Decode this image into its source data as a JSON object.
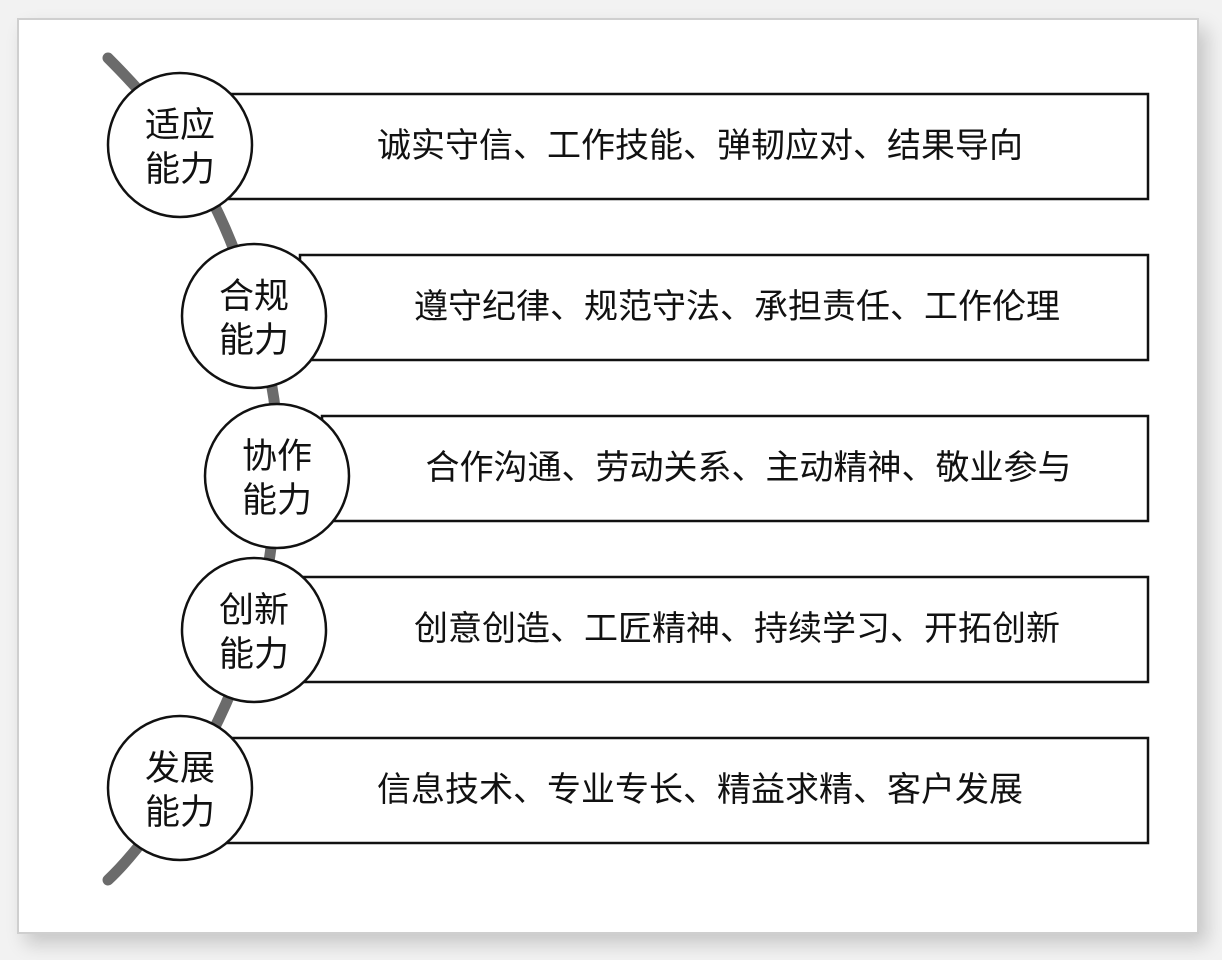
{
  "colors": {
    "spine": "#6b6b6b",
    "stroke": "#111111",
    "background": "#ffffff"
  },
  "items": [
    {
      "label_line1": "适应",
      "label_line2": "能力",
      "description": "诚实守信、工作技能、弹韧应对、结果导向"
    },
    {
      "label_line1": "合规",
      "label_line2": "能力",
      "description": "遵守纪律、规范守法、承担责任、工作伦理"
    },
    {
      "label_line1": "协作",
      "label_line2": "能力",
      "description": "合作沟通、劳动关系、主动精神、敬业参与"
    },
    {
      "label_line1": "创新",
      "label_line2": "能力",
      "description": "创意创造、工匠精神、持续学习、开拓创新"
    },
    {
      "label_line1": "发展",
      "label_line2": "能力",
      "description": "信息技术、专业专长、精益求精、客户发展"
    }
  ]
}
